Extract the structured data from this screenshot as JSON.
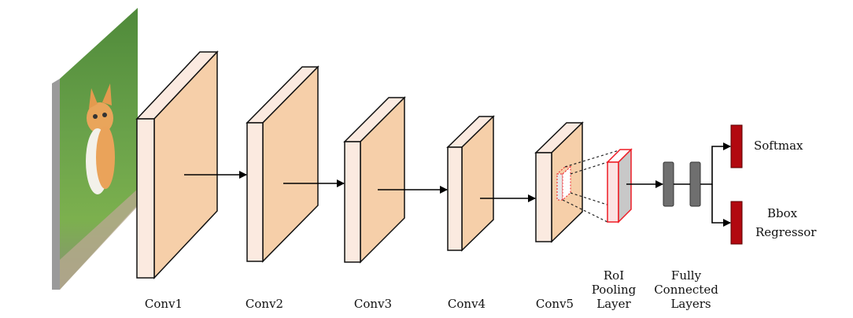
{
  "layers": {
    "conv1": "Conv1",
    "conv2": "Conv2",
    "conv3": "Conv3",
    "conv4": "Conv4",
    "conv5": "Conv5",
    "roi_pool": [
      "RoI",
      "Pooling",
      "Layer"
    ],
    "fc": [
      "Fully",
      "Connected",
      "Layers"
    ]
  },
  "outputs": {
    "softmax": "Softmax",
    "bbox": [
      "Bbox",
      "Regressor"
    ]
  },
  "colors": {
    "conv_face": "#f6cfa9",
    "conv_side": "#fbeae0",
    "roi_highlight": "#ee1c25",
    "roi_face": "#c8c8c8",
    "fc_block": "#6f6f6f",
    "output_block": "#b20910"
  },
  "input_image_icon": "kitten-photo"
}
